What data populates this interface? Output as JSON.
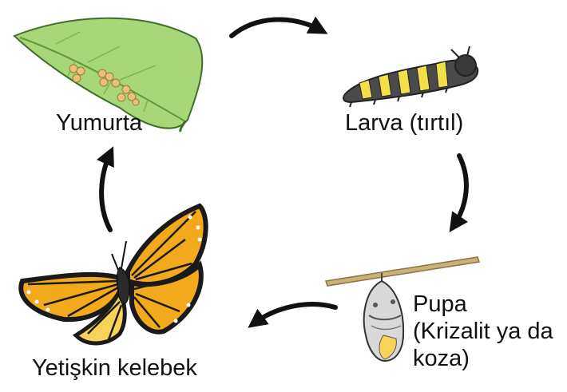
{
  "stages": {
    "egg": {
      "label": "Yumurta"
    },
    "larva": {
      "label": "Larva (tırtıl)"
    },
    "pupa": {
      "label_line1": "Pupa",
      "label_line2": "(Krizalit ya da",
      "label_line3": "koza)"
    },
    "adult": {
      "label": "Yetişkin kelebek"
    }
  },
  "colors": {
    "leaf": "#a8d77a",
    "leaf_dark": "#6fae45",
    "egg": "#e8c27a",
    "larva_body": "#4a4a4a",
    "larva_band": "#f2e04a",
    "wing_orange": "#f2a91c",
    "wing_yellow": "#f7d35a",
    "wing_border": "#1a1a1a",
    "branch": "#c9b27a",
    "chrysalis": "#d9d9d9",
    "arrow": "#111111"
  },
  "icons": [
    "leaf-with-eggs-icon",
    "caterpillar-icon",
    "chrysalis-icon",
    "butterfly-icon",
    "cycle-arrow-icon"
  ]
}
